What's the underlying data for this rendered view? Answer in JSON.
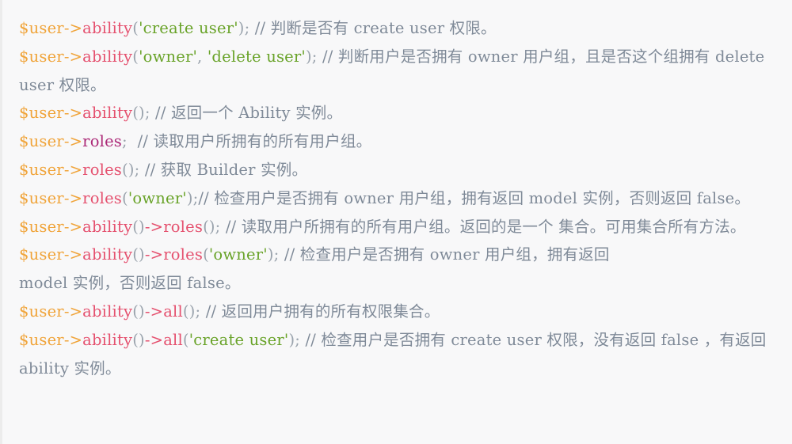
{
  "code_lines": [
    {
      "tokens": [
        {
          "t": "var",
          "v": "$user->"
        },
        {
          "t": "fn",
          "v": "ability"
        },
        {
          "t": "punc",
          "v": "("
        },
        {
          "t": "str",
          "v": "'create user'"
        },
        {
          "t": "punc",
          "v": "); "
        },
        {
          "t": "cmt",
          "v": "// 判断是否有 create user 权限。"
        }
      ]
    },
    {
      "tokens": [
        {
          "t": "var",
          "v": "$user->"
        },
        {
          "t": "fn",
          "v": "ability"
        },
        {
          "t": "punc",
          "v": "("
        },
        {
          "t": "str",
          "v": "'owner'"
        },
        {
          "t": "punc",
          "v": ", "
        },
        {
          "t": "str",
          "v": "'delete user'"
        },
        {
          "t": "punc",
          "v": "); "
        },
        {
          "t": "cmt",
          "v": "// 判断用户是否拥有 owner 用户组，且是否这个组拥有 delete user 权限。"
        }
      ]
    },
    {
      "tokens": [
        {
          "t": "var",
          "v": "$user->"
        },
        {
          "t": "fn",
          "v": "ability"
        },
        {
          "t": "punc",
          "v": "(); "
        },
        {
          "t": "cmt",
          "v": "// 返回一个 Ability 实例。"
        }
      ]
    },
    {
      "tokens": [
        {
          "t": "var",
          "v": "$user->"
        },
        {
          "t": "prop",
          "v": "roles"
        },
        {
          "t": "punc",
          "v": ";  "
        },
        {
          "t": "cmt",
          "v": "// 读取用户所拥有的所有用户组。"
        }
      ]
    },
    {
      "tokens": [
        {
          "t": "var",
          "v": "$user->"
        },
        {
          "t": "fn",
          "v": "roles"
        },
        {
          "t": "punc",
          "v": "(); "
        },
        {
          "t": "cmt",
          "v": "// 获取 Builder 实例。"
        }
      ]
    },
    {
      "tokens": [
        {
          "t": "var",
          "v": "$user->"
        },
        {
          "t": "fn",
          "v": "roles"
        },
        {
          "t": "punc",
          "v": "("
        },
        {
          "t": "str",
          "v": "'owner'"
        },
        {
          "t": "punc",
          "v": ");"
        },
        {
          "t": "cmt",
          "v": "// 检查用户是否拥有 owner 用户组，拥有返回 model 实例，否则返回 false。"
        }
      ]
    },
    {
      "tokens": [
        {
          "t": "var",
          "v": "$user->"
        },
        {
          "t": "fn",
          "v": "ability"
        },
        {
          "t": "punc",
          "v": "()"
        },
        {
          "t": "fn",
          "v": "->roles"
        },
        {
          "t": "punc",
          "v": "(); "
        },
        {
          "t": "cmt",
          "v": "// 读取用户所拥有的所有用户组。返回的是一个 集合。可用集合所有方法。"
        }
      ]
    },
    {
      "tokens": [
        {
          "t": "var",
          "v": "$user->"
        },
        {
          "t": "fn",
          "v": "ability"
        },
        {
          "t": "punc",
          "v": "()"
        },
        {
          "t": "fn",
          "v": "->roles"
        },
        {
          "t": "punc",
          "v": "("
        },
        {
          "t": "str",
          "v": "'owner'"
        },
        {
          "t": "punc",
          "v": "); "
        },
        {
          "t": "cmt",
          "v": "// 检查用户是否拥有 owner 用户组，拥有返回\nmodel 实例，否则返回 false。"
        }
      ]
    },
    {
      "tokens": [
        {
          "t": "var",
          "v": "$user->"
        },
        {
          "t": "fn",
          "v": "ability"
        },
        {
          "t": "punc",
          "v": "()"
        },
        {
          "t": "fn",
          "v": "->all"
        },
        {
          "t": "punc",
          "v": "(); "
        },
        {
          "t": "cmt",
          "v": "// 返回用户拥有的所有权限集合。"
        }
      ]
    },
    {
      "tokens": [
        {
          "t": "var",
          "v": "$user->"
        },
        {
          "t": "fn",
          "v": "ability"
        },
        {
          "t": "punc",
          "v": "()"
        },
        {
          "t": "fn",
          "v": "->all"
        },
        {
          "t": "punc",
          "v": "("
        },
        {
          "t": "str",
          "v": "'create user'"
        },
        {
          "t": "punc",
          "v": "); "
        },
        {
          "t": "cmt",
          "v": "// 检查用户是否拥有 create user 权限，没有返回 false ，有返回 ability 实例。"
        }
      ]
    }
  ],
  "colors": {
    "background": "#f8f8f9",
    "variable": "#f0a43a",
    "function": "#e5516f",
    "property": "#ac2a78",
    "string": "#69a329",
    "comment": "#7f8a98"
  }
}
